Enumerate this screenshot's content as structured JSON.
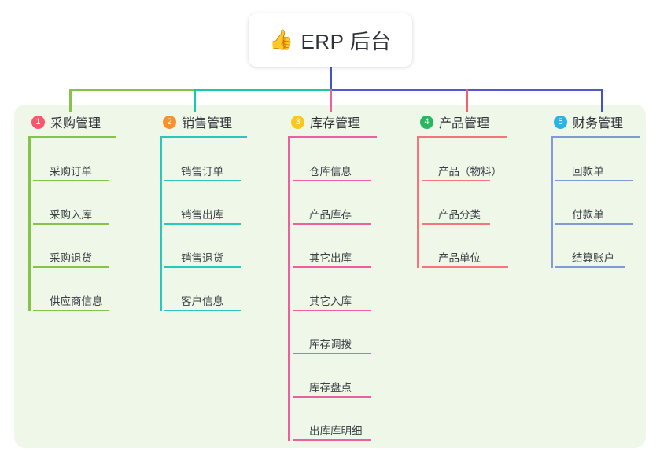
{
  "root": {
    "emoji": "👍",
    "emoji_name": "thumbs-up-icon",
    "title": "ERP 后台"
  },
  "colors": {
    "panel_bg": "#eef7e8",
    "root_stem": "#4254c5",
    "branch_1": "#85c44a",
    "branch_2": "#16c9ac",
    "branch_3": "#ef5fa0",
    "branch_4": "#f4616b",
    "branch_5": "#4254c5",
    "badge_1": "#f5586a",
    "badge_2": "#f5922f",
    "badge_3": "#f9c623",
    "badge_4": "#2ab561",
    "badge_5": "#27b4e8"
  },
  "columns": [
    {
      "number": "1",
      "title": "采购管理",
      "badge_color": "#f5586a",
      "line_color": "#85c44a",
      "items": [
        {
          "label": "采购订单"
        },
        {
          "label": "采购入库"
        },
        {
          "label": "采购退货"
        },
        {
          "label": "供应商信息"
        }
      ]
    },
    {
      "number": "2",
      "title": "销售管理",
      "badge_color": "#f5922f",
      "line_color": "#2ac7bb",
      "items": [
        {
          "label": "销售订单"
        },
        {
          "label": "销售出库"
        },
        {
          "label": "销售退货"
        },
        {
          "label": "客户信息"
        }
      ]
    },
    {
      "number": "3",
      "title": "库存管理",
      "badge_color": "#f9c623",
      "line_color": "#ef5fa0",
      "items": [
        {
          "label": "仓库信息"
        },
        {
          "label": "产品库存"
        },
        {
          "label": "其它出库"
        },
        {
          "label": "其它入库"
        },
        {
          "label": "库存调拨"
        },
        {
          "label": "库存盘点"
        },
        {
          "label": "出库库明细"
        }
      ]
    },
    {
      "number": "4",
      "title": "产品管理",
      "badge_color": "#2ab561",
      "line_color": "#f4767c",
      "items": [
        {
          "label": "产品（物料）"
        },
        {
          "label": "产品分类"
        },
        {
          "label": "产品单位"
        }
      ]
    },
    {
      "number": "5",
      "title": "财务管理",
      "badge_color": "#27b4e8",
      "line_color": "#7f9ad4",
      "items": [
        {
          "label": "回款单"
        },
        {
          "label": "付款单"
        },
        {
          "label": "结算账户"
        }
      ]
    }
  ]
}
